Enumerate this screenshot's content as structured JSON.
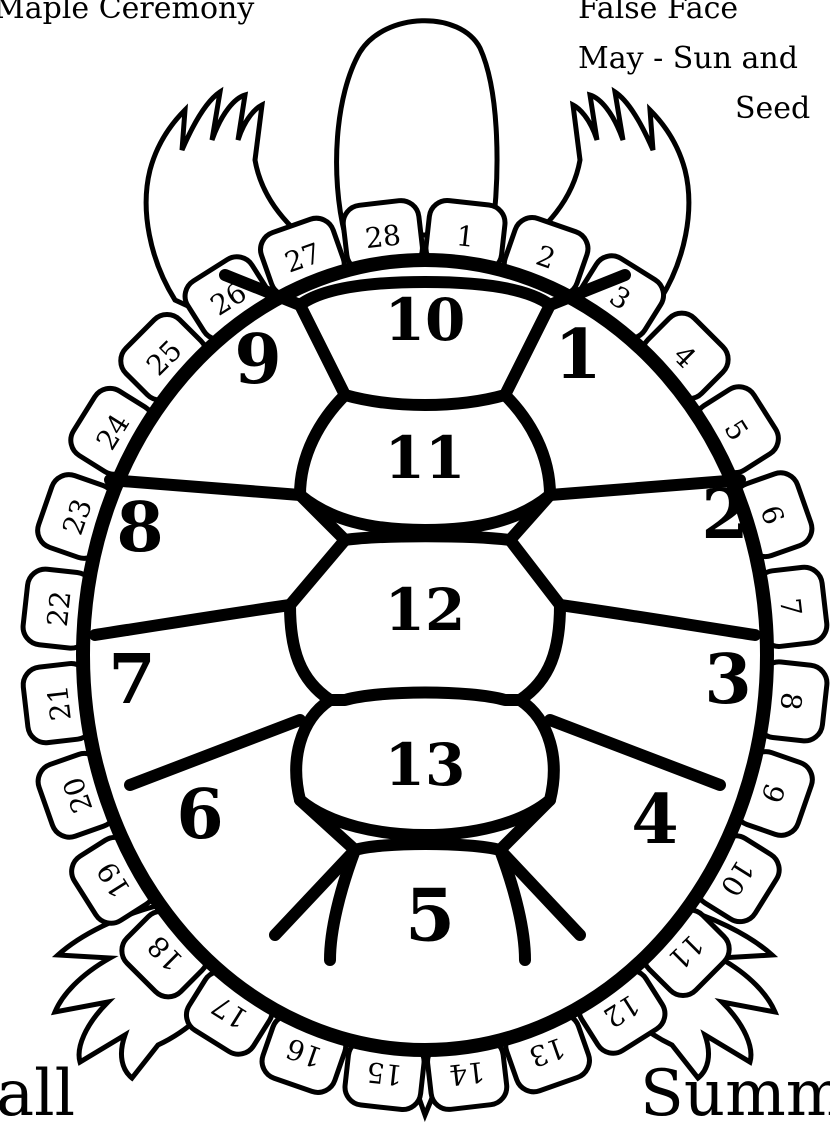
{
  "captions": {
    "top_left": "Maple Ceremony",
    "top_right_line1": "False Face",
    "top_right_line2": "May - Sun and",
    "top_right_line3": "Seed",
    "bottom_left": "all",
    "bottom_right": "Summ"
  },
  "colors": {
    "ink": "#000000",
    "paper": "#ffffff"
  },
  "outer_scutes": [
    "1",
    "2",
    "3",
    "4",
    "5",
    "6",
    "7",
    "8",
    "9"
  ],
  "center_scutes": [
    "5",
    "10",
    "11",
    "12",
    "13"
  ],
  "marginal_scutes": [
    "1",
    "2",
    "3",
    "4",
    "5",
    "6",
    "7",
    "8",
    "9",
    "10",
    "11",
    "12",
    "13",
    "14",
    "15",
    "16",
    "17",
    "18",
    "19",
    "20",
    "21",
    "22",
    "23",
    "24",
    "25",
    "26",
    "27",
    "28"
  ]
}
